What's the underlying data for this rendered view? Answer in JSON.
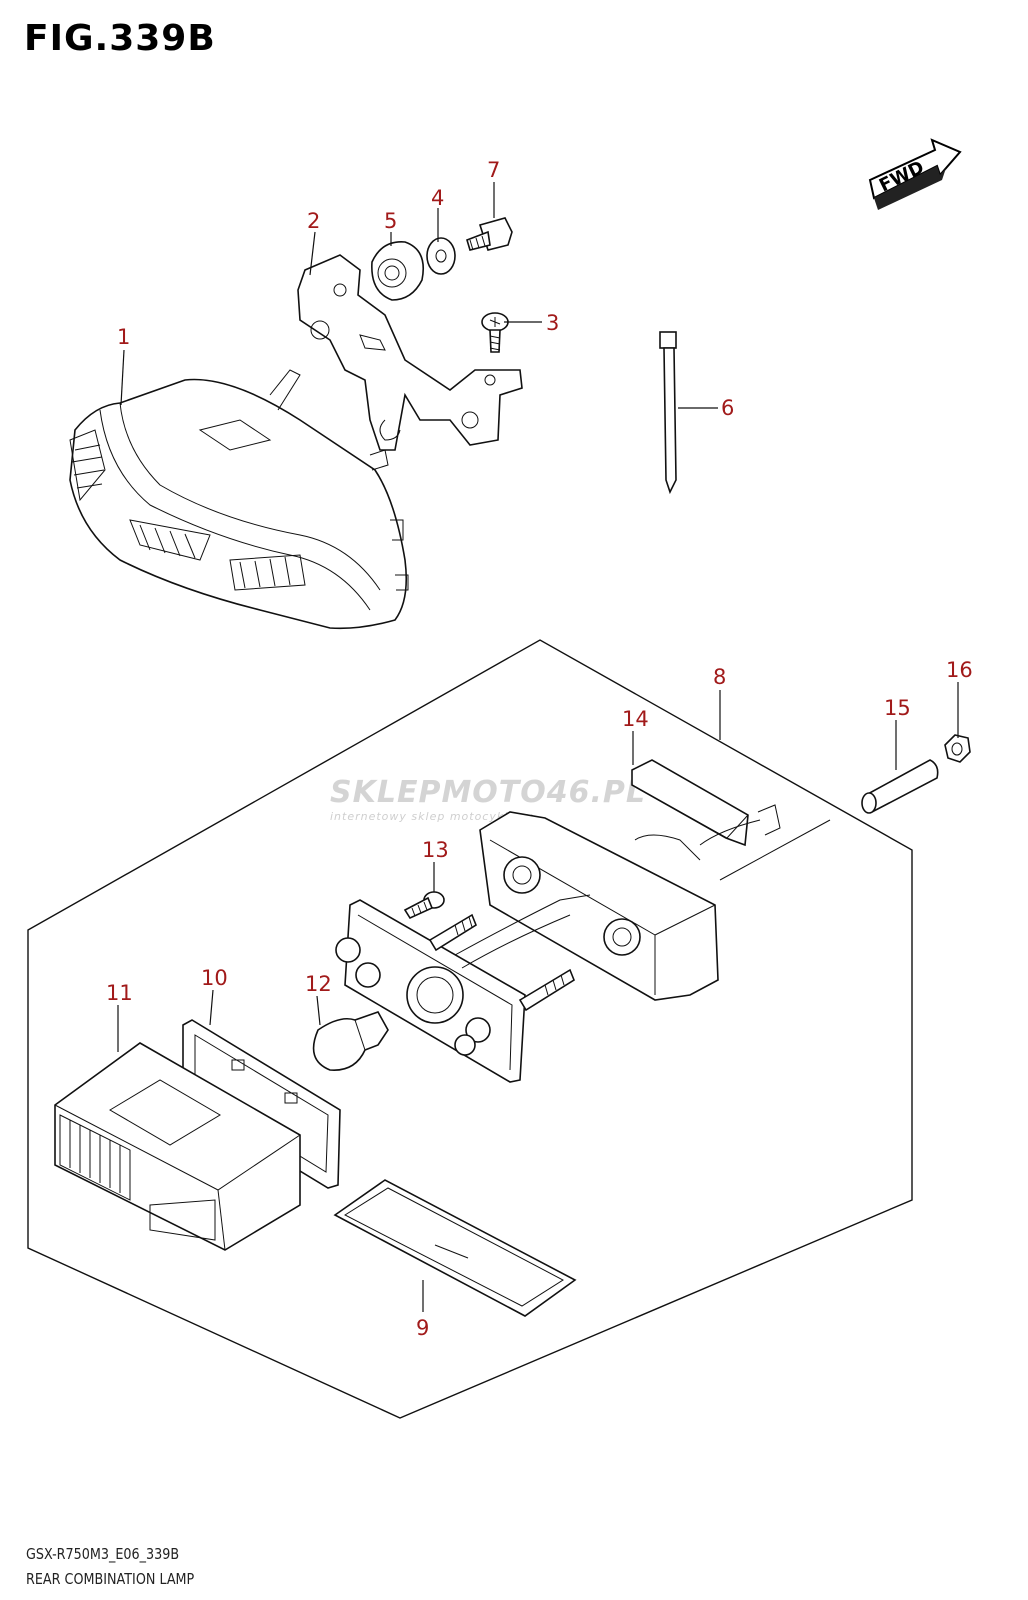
{
  "figure": {
    "title": "FIG.339B",
    "model_code": "GSX-R750M3_E06_339B",
    "assembly_name": "REAR COMBINATION LAMP"
  },
  "watermark": {
    "brand": "SKLEPMOTO46.PL",
    "tagline": "internetowy sklep motocyklowy"
  },
  "direction_indicator": {
    "label": "FWD",
    "icon": "forward-arrow-icon"
  },
  "callouts": [
    {
      "number": "1",
      "part": "rear-combination-lamp"
    },
    {
      "number": "2",
      "part": "lamp-bracket"
    },
    {
      "number": "3",
      "part": "screw"
    },
    {
      "number": "4",
      "part": "washer"
    },
    {
      "number": "5",
      "part": "cushion"
    },
    {
      "number": "6",
      "part": "cable-tie"
    },
    {
      "number": "7",
      "part": "bolt"
    },
    {
      "number": "8",
      "part": "license-lamp-assembly"
    },
    {
      "number": "9",
      "part": "plate"
    },
    {
      "number": "10",
      "part": "gasket"
    },
    {
      "number": "11",
      "part": "lens"
    },
    {
      "number": "12",
      "part": "bulb"
    },
    {
      "number": "13",
      "part": "screw"
    },
    {
      "number": "14",
      "part": "cushion"
    },
    {
      "number": "15",
      "part": "spacer"
    },
    {
      "number": "16",
      "part": "nut"
    }
  ]
}
